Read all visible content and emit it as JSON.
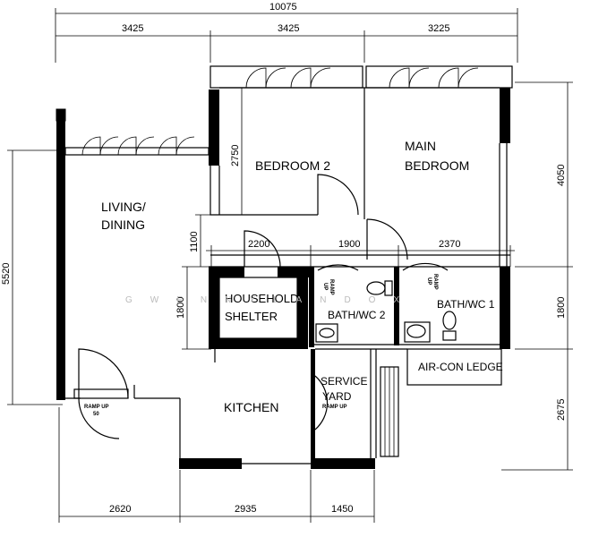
{
  "rooms": {
    "living_dining": [
      "LIVING/",
      "DINING"
    ],
    "bedroom2": "BEDROOM 2",
    "main_bedroom": [
      "MAIN",
      "BEDROOM"
    ],
    "household_shelter": [
      "HOUSEHOLD",
      "SHELTER"
    ],
    "bath_wc2": "BATH/WC 2",
    "bath_wc1": "BATH/WC 1",
    "air_con_ledge": "AIR-CON LEDGE",
    "kitchen": "KITCHEN",
    "service_yard": [
      "SERVICE",
      "YARD"
    ]
  },
  "ramps": {
    "entrance": [
      "RAMP UP",
      "50"
    ],
    "service_yard": "RAMP UP",
    "bath2": [
      "RAMP",
      "UP"
    ],
    "bath1": [
      "RAMP",
      "UP"
    ]
  },
  "dimensions": {
    "top_total": "10075",
    "top_1": "3425",
    "top_2": "3425",
    "top_3": "3225",
    "bottom_1": "2620",
    "bottom_2": "2935",
    "bottom_3": "1450",
    "left_1": "5520",
    "left_2": "1800",
    "right_1": "4050",
    "right_2": "1800",
    "right_3": "2675",
    "inner_v1": "2750",
    "inner_v2": "1100",
    "inner_h1": "2200",
    "inner_h2": "1900",
    "inner_h3": "2370"
  },
  "watermark": "GWENNYLANDOX"
}
